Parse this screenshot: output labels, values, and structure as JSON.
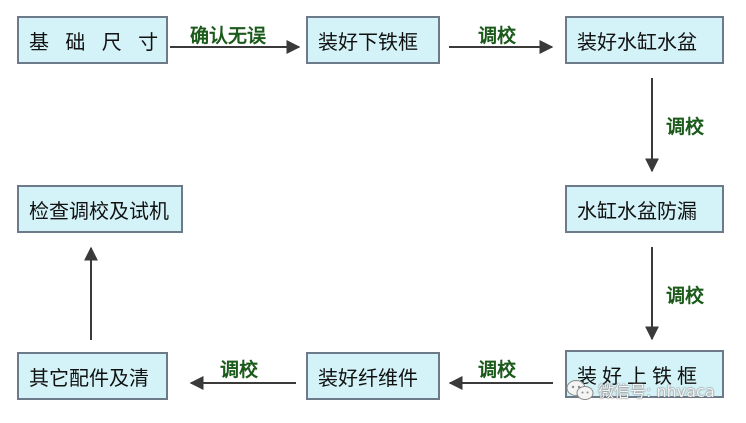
{
  "boxes": {
    "foundation_size": "基 础 尺 寸",
    "lower_frame": "装好下铁框",
    "tank_basin": "装好水缸水盆",
    "leak_proof": "水缸水盆防漏",
    "upper_frame": "装好上铁框",
    "fiber_parts": "装好纤维件",
    "other_parts": "其它配件及清",
    "inspect": "检查调校及试机"
  },
  "edges": {
    "e1": "确认无误",
    "e2": "调校",
    "e3": "调校",
    "e4": "调校",
    "e5": "调校",
    "e6": "调校"
  },
  "watermark": {
    "icon": "wechat-icon",
    "text": "微信号: nhvaca"
  },
  "colors": {
    "box_fill": "#d4f3f8",
    "box_border": "#6c7a89",
    "label_green": "#1b5a1b",
    "arrow": "#3a3a3a"
  }
}
